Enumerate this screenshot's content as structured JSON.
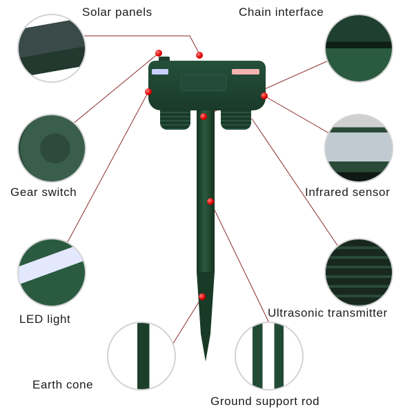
{
  "diagram": {
    "type": "product-feature-callout",
    "subject": "solar ultrasonic animal repeller on ground stake",
    "colors": {
      "body": "#1f4a34",
      "callout_line": "#8b2a2a",
      "marker": "#e00000",
      "circle_border": "#d3d3d3",
      "led_blue": "#c8d0ff",
      "led_red": "#ff9a9a"
    },
    "callouts": [
      {
        "id": "solar-panels",
        "label": "Solar panels"
      },
      {
        "id": "chain-interface",
        "label": "Chain interface"
      },
      {
        "id": "gear-switch",
        "label": "Gear switch"
      },
      {
        "id": "infrared-sensor",
        "label": "Infrared sensor"
      },
      {
        "id": "led-light",
        "label": "LED light"
      },
      {
        "id": "ultrasonic-transmitter",
        "label": "Ultrasonic transmitter"
      },
      {
        "id": "earth-cone",
        "label": "Earth cone"
      },
      {
        "id": "ground-support-rod",
        "label": "Ground support rod"
      }
    ]
  }
}
